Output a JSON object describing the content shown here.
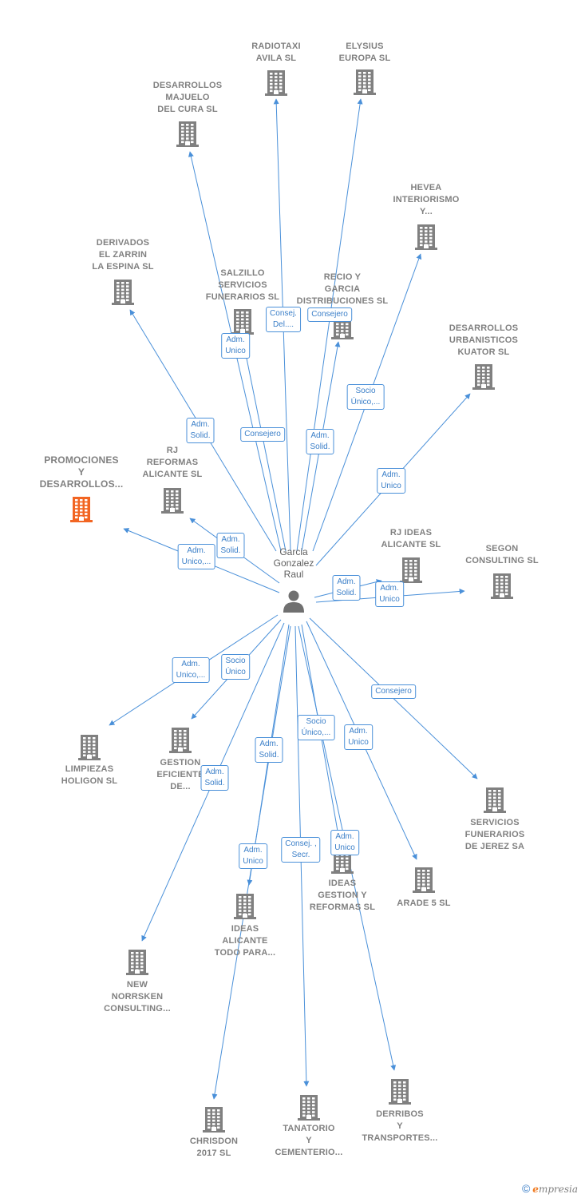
{
  "colors": {
    "edge": "#4a90d9",
    "company_icon": "#808080",
    "highlight_icon": "#f26522",
    "person_icon": "#707070"
  },
  "person": {
    "name": "Garcia\nGonzalez\nRaul",
    "icon": "person-icon"
  },
  "nodes": [
    {
      "id": "radiotaxi",
      "label": "RADIOTAXI\nAVILA SL",
      "icon": "building-icon"
    },
    {
      "id": "elysius",
      "label": "ELYSIUS\nEUROPA SL",
      "icon": "building-icon"
    },
    {
      "id": "majuelo",
      "label": "DESARROLLOS\nMAJUELO\nDEL CURA  SL",
      "icon": "building-icon"
    },
    {
      "id": "hevea",
      "label": "HEVEA\nINTERIORISMO\nY...",
      "icon": "building-icon"
    },
    {
      "id": "zarrin",
      "label": "DERIVADOS\nEL ZARRIN\nLA ESPINA SL",
      "icon": "building-icon"
    },
    {
      "id": "salzillo",
      "label": "SALZILLO\nSERVICIOS\nFUNERARIOS SL",
      "icon": "building-icon"
    },
    {
      "id": "recio",
      "label": "RECIO Y\nGARCIA\nDISTRIBUCIONES SL",
      "icon": "building-icon"
    },
    {
      "id": "kuator",
      "label": "DESARROLLOS\nURBANISTICOS\nKUATOR  SL",
      "icon": "building-icon"
    },
    {
      "id": "promociones",
      "label": "PROMOCIONES\nY\nDESARROLLOS...",
      "icon": "building-icon",
      "highlight": true
    },
    {
      "id": "rjreformas",
      "label": "RJ\nREFORMAS\nALICANTE SL",
      "icon": "building-icon"
    },
    {
      "id": "rjideas",
      "label": "RJ IDEAS\nALICANTE SL",
      "icon": "building-icon"
    },
    {
      "id": "segon",
      "label": "SEGON\nCONSULTING SL",
      "icon": "building-icon"
    },
    {
      "id": "limpiezas",
      "label": "LIMPIEZAS\nHOLIGON  SL",
      "icon": "building-icon"
    },
    {
      "id": "gestion",
      "label": "GESTION\nEFICIENTE\nDE...",
      "icon": "building-icon"
    },
    {
      "id": "funerarios",
      "label": "SERVICIOS\nFUNERARIOS\nDE JEREZ SA",
      "icon": "building-icon"
    },
    {
      "id": "ideasgestion",
      "label": "IDEAS\nGESTION Y\nREFORMAS  SL",
      "icon": "building-icon"
    },
    {
      "id": "arade",
      "label": "ARADE 5 SL",
      "icon": "building-icon"
    },
    {
      "id": "ideasalicante",
      "label": "IDEAS\nALICANTE\nTODO PARA...",
      "icon": "building-icon"
    },
    {
      "id": "norrsken",
      "label": "NEW\nNORRSKEN\nCONSULTING...",
      "icon": "building-icon"
    },
    {
      "id": "chrisdon",
      "label": "CHRISDON\n2017  SL",
      "icon": "building-icon"
    },
    {
      "id": "tanatorio",
      "label": "TANATORIO\nY\nCEMENTERIO...",
      "icon": "building-icon"
    },
    {
      "id": "derribos",
      "label": "DERRIBOS\nY\nTRANSPORTES...",
      "icon": "building-icon"
    }
  ],
  "edges": [
    {
      "to": "radiotaxi",
      "label": "Consej.\nDel...."
    },
    {
      "to": "elysius",
      "label": "Consejero"
    },
    {
      "to": "majuelo",
      "label": "Adm.\nUnico"
    },
    {
      "to": "hevea",
      "label": "Socio\nÚnico,..."
    },
    {
      "to": "zarrin",
      "label": "Adm.\nSolid."
    },
    {
      "to": "salzillo",
      "label": "Consejero"
    },
    {
      "to": "recio",
      "label": "Adm.\nSolid."
    },
    {
      "to": "kuator",
      "label": "Adm.\nUnico"
    },
    {
      "to": "promociones",
      "label": "Adm.\nUnico,..."
    },
    {
      "to": "rjreformas",
      "label": "Adm.\nSolid."
    },
    {
      "to": "rjideas",
      "label": "Adm.\nSolid."
    },
    {
      "to": "segon",
      "label": "Adm.\nUnico"
    },
    {
      "to": "limpiezas",
      "label": "Adm.\nUnico,..."
    },
    {
      "to": "gestion",
      "label": "Socio\nÚnico"
    },
    {
      "to": "funerarios",
      "label": "Consejero"
    },
    {
      "to": "ideasgestion",
      "label": "Adm.\nUnico"
    },
    {
      "to": "arade",
      "label": "Adm.\nUnico"
    },
    {
      "to": "ideasalicante",
      "label": "Adm.\nSolid."
    },
    {
      "to": "norrsken",
      "label": "Adm.\nSolid."
    },
    {
      "to": "chrisdon",
      "label": "Adm.\nUnico"
    },
    {
      "to": "tanatorio",
      "label": "Consej. ,\nSecr."
    },
    {
      "to": "derribos",
      "label": "Socio\nÚnico,..."
    }
  ],
  "footer": {
    "copyright": "©",
    "brand_initial": "e",
    "brand_rest": "mpresia"
  }
}
